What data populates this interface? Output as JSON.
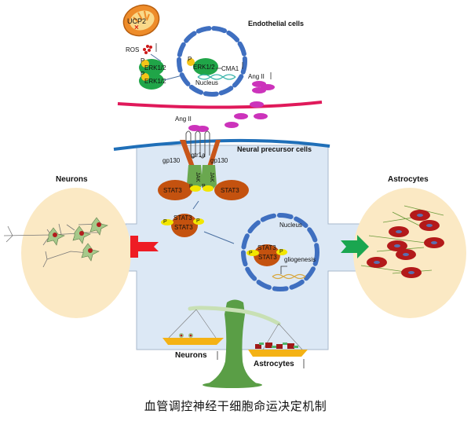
{
  "diagram": {
    "endothelial": {
      "title": "Endothelial cells",
      "ucp2": "UCP2",
      "ros": "ROS",
      "erk_a": "ERK1/2",
      "erk_b": "ERK1/2",
      "erk_nuc": "ERK1/2",
      "cma1": "CMA1",
      "nucleus": "Nucleus",
      "angii": "Ang II",
      "p": "P",
      "up_arrow": "↑"
    },
    "npc": {
      "title": "Neural precursor cells",
      "angii": "Ang II",
      "agtr1a": "Agtr1a",
      "gp130_left": "gp130",
      "gp130_right": "gp130",
      "jak": "JAK",
      "stat3": "STAT3",
      "p": "P",
      "nucleus": "Nucleus",
      "gliogenesis": "gliogenesis"
    },
    "neurons": {
      "title": "Neurons"
    },
    "astrocytes": {
      "title": "Astrocytes"
    },
    "balance": {
      "left_label": "Neurons",
      "left_arrow": "↓",
      "right_label": "Astrocytes",
      "right_arrow": "↑"
    },
    "colors": {
      "npc_fill": "#dce8f5",
      "cell_fill": "#fbe9c4",
      "nucleus_blue": "#3f6fc0",
      "membrane_red": "#e0195a",
      "membrane_blue": "#1f6fb8",
      "erk_green": "#20a548",
      "stat_orange": "#c4520f",
      "jak_green": "#6aa84f",
      "ang_magenta": "#cc33bb",
      "phospho_yellow": "#f2e600",
      "inhibit_red": "#ee1c24",
      "promote_green": "#1aa650",
      "scale_green": "#5a9e46"
    }
  },
  "caption": "血管调控神经干细胞命运决定机制"
}
